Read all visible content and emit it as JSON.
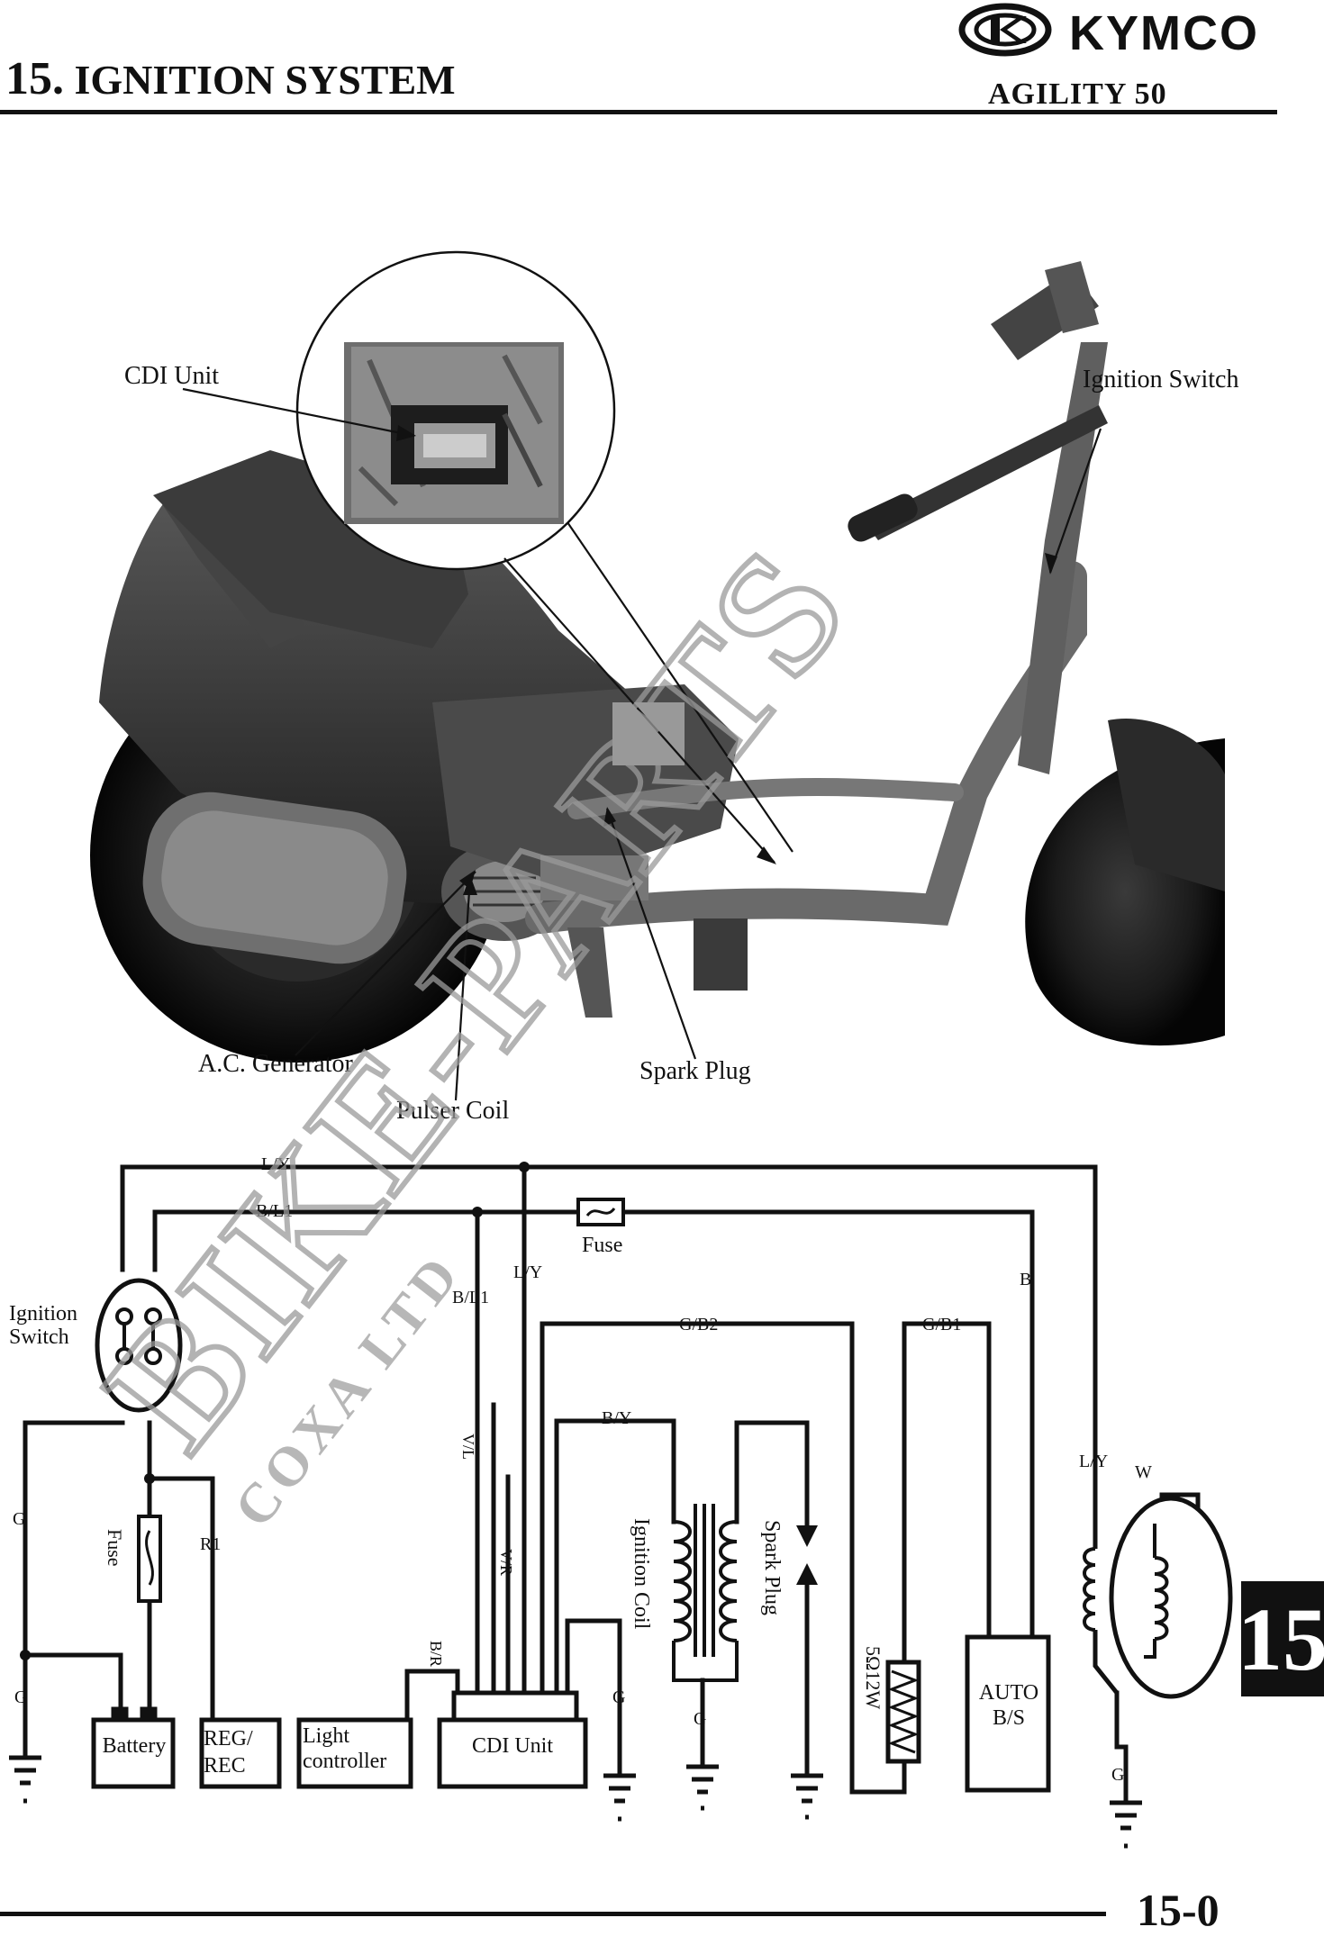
{
  "header": {
    "brand": "KYMCO",
    "chapter_number": "15.",
    "chapter_title": "IGNITION SYSTEM",
    "model": "AGILITY 50"
  },
  "photo_labels": {
    "cdi_unit": "CDI Unit",
    "ignition_switch": "Ignition Switch",
    "ac_generator": "A.C. Generator",
    "pulser_coil": "Pulser Coil",
    "spark_plug": "Spark Plug"
  },
  "wiring": {
    "wire_ly_top": "L/Y",
    "wire_bl1_top": "B/L1",
    "fuse_top": "Fuse",
    "wire_ly_mid": "L/Y",
    "wire_bl1_mid": "B/L1",
    "wire_b": "B",
    "wire_gb2": "G/B2",
    "wire_gb1": "G/B1",
    "ignition_switch_line1": "Ignition",
    "ignition_switch_line2": "Switch",
    "wire_by": "B/Y",
    "wire_vl": "V/L",
    "wire_vr": "V/R",
    "ignition_coil": "Ignition Coil",
    "spark_plug": "Spark Plug",
    "wire_ly_right": "L/Y",
    "wire_w": "W",
    "wire_g_left": "G",
    "fuse_left": "Fuse",
    "wire_r1": "R1",
    "wire_br": "B/R",
    "resistor": "5Ω12W",
    "auto_bs_line1": "AUTO",
    "auto_bs_line2": "B/S",
    "wire_g_1": "G",
    "wire_g_2": "G",
    "wire_g_3": "G",
    "wire_g_4": "G",
    "battery": "Battery",
    "regrec_line1": "REG/",
    "regrec_line2": "REC",
    "light_line1": "Light",
    "light_line2": "controller",
    "cdi_unit": "CDI Unit"
  },
  "chapter_tab": "15",
  "footer": {
    "page_number": "15-0"
  },
  "watermark": {
    "line1": "BIKE-PARTS",
    "line2": "COXA LTD"
  },
  "colors": {
    "ink": "#111111",
    "paper": "#ffffff",
    "watermark": "#9a9a9a"
  }
}
